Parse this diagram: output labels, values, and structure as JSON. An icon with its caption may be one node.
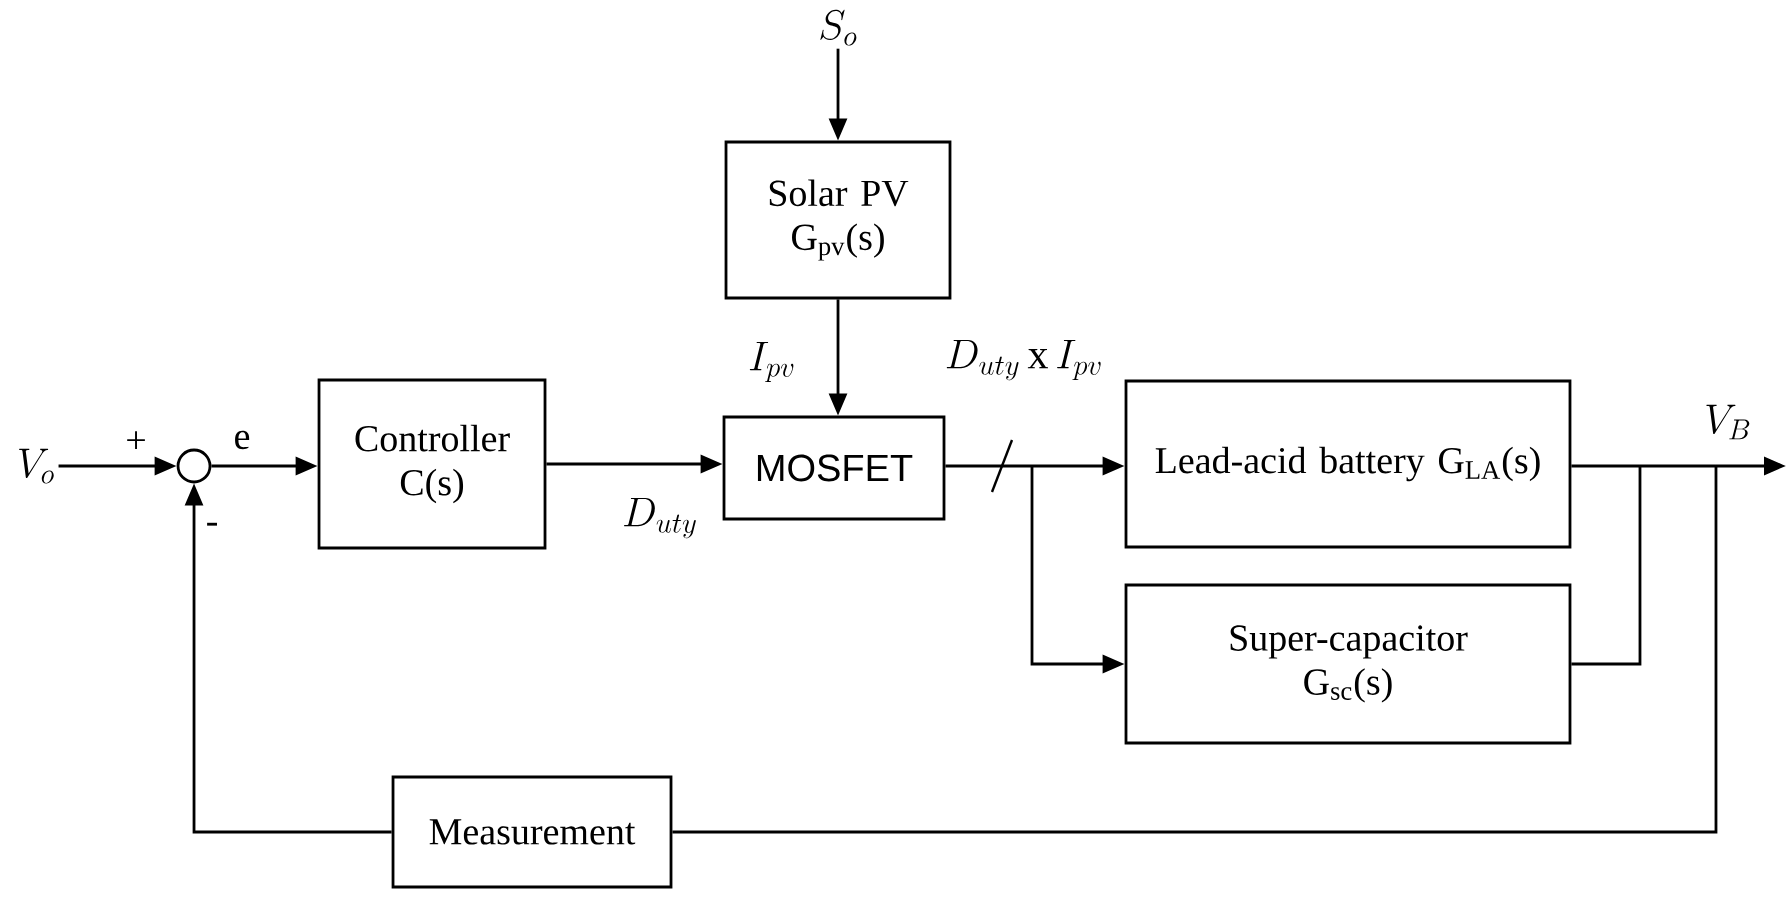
{
  "diagram": {
    "nodes": [
      {
        "text": [
          "V_o"
        ]
      },
      {
        "text": [],
        "shape": "circle"
      },
      {
        "text": [
          "Controller C(s)"
        ]
      },
      {
        "text": [
          "Solar PV G$_{pv}$(s)"
        ]
      },
      {
        "text": [
          "S_o"
        ]
      },
      {
        "text": [
          "MOSFET"
        ]
      },
      {
        "text": [
          "Lead-acid battery G$_{LA}$(s)"
        ]
      },
      {
        "text": [
          "Super-capacitor G$_{sc}$(s)"
        ]
      },
      {
        "text": [
          "Measurement"
        ]
      }
    ],
    "edges": [
      {
        "from": 0,
        "to": 1,
        "arrow": "to",
        "label": "+"
      },
      {
        "from": 1,
        "to": 2,
        "arrow": "to",
        "label": "e"
      },
      {
        "from": 2,
        "to": 5,
        "arrow": "to",
        "label": "D_{uty}"
      },
      {
        "from": 4,
        "to": 3,
        "arrow": "to"
      },
      {
        "from": 3,
        "to": 5,
        "arrow": "to",
        "label": "I_{pv}"
      },
      {
        "from": 5,
        "to": 6,
        "arrow": "to",
        "label": "D_{uty}\\,\\mathrm{x}\\,I_{pv}"
      },
      {
        "from": 5,
        "to": 7,
        "arrow": "to"
      },
      {
        "from": 6,
        "to": null,
        "arrow": "to",
        "label": "V_B"
      },
      {
        "from": 7,
        "to": null,
        "arrow": "to"
      },
      {
        "from": 6,
        "to": 8,
        "arrow": "none"
      },
      {
        "from": 7,
        "to": 8,
        "arrow": "none"
      },
      {
        "from": 8,
        "to": 1,
        "arrow": "to",
        "label": "-"
      }
    ]
  }
}
